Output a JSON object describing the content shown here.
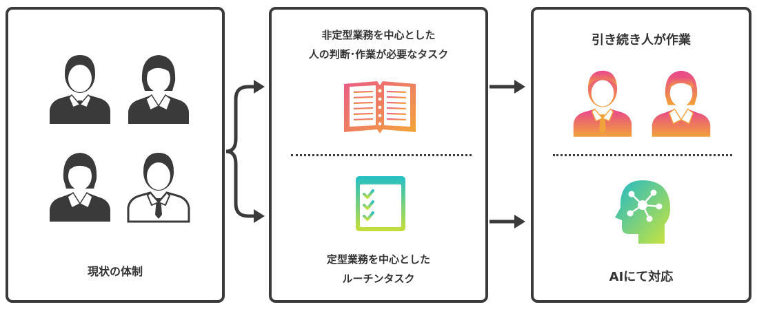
{
  "current": {
    "label": "現状の体制"
  },
  "tasks": {
    "non_routine_line1": "非定型業務を中心とした",
    "non_routine_line2": "人の判断･作業が必要なタスク",
    "routine_line1": "定型業務を中心とした",
    "routine_line2": "ルーチンタスク"
  },
  "result": {
    "human_label": "引き続き人が作業",
    "ai_label": "AIにて対応"
  },
  "colors": {
    "dark": "#3a3a3a",
    "gradient_warm_start": "#e8458e",
    "gradient_warm_end": "#f2a23a",
    "gradient_cool_start": "#2ec4c0",
    "gradient_cool_end": "#c4de3a"
  }
}
